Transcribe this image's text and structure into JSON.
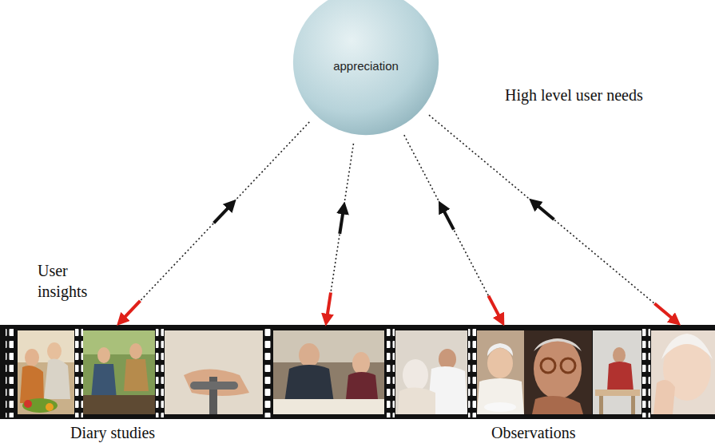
{
  "diagram": {
    "nodes": [
      {
        "text": [
          "appreciation"
        ]
      },
      {
        "text": [
          "Diary studies",
          "Observations"
        ]
      }
    ],
    "edges": [
      {
        "from": 0,
        "to": 1,
        "arrow": "both"
      },
      {
        "from": 0,
        "to": 1,
        "arrow": "both"
      },
      {
        "from": 0,
        "to": 1,
        "arrow": "both"
      },
      {
        "from": 0,
        "to": 1,
        "arrow": "both"
      }
    ],
    "labels": [
      "High level user needs",
      "User insights"
    ]
  }
}
